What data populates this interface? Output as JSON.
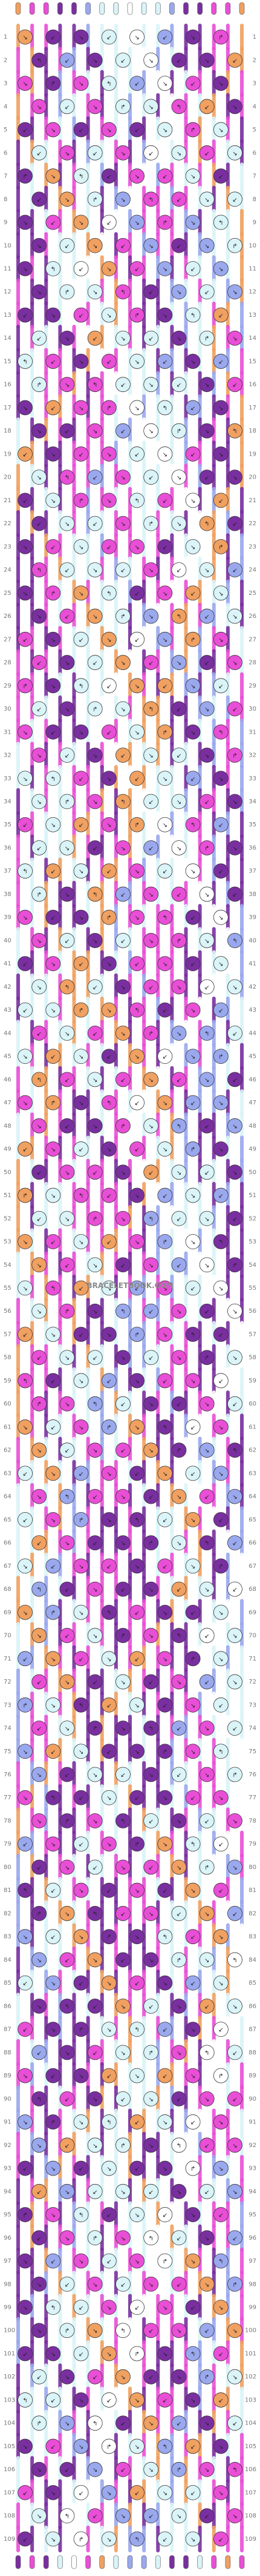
{
  "pattern": {
    "title": "",
    "rows": 109,
    "columns": 17,
    "watermark": "BRACELETBOOK.COM",
    "colors": {
      "orange": "#f0a060",
      "pink": "#e94ed6",
      "purple": "#7a2fa0",
      "periwinkle": "#9aa8ee",
      "pale_blue": "#daf4f8",
      "white": "#ffffff"
    },
    "string_colors": [
      "orange",
      "pink",
      "pink",
      "purple",
      "purple",
      "periwinkle",
      "pale_blue",
      "pale_blue",
      "white",
      "pale_blue",
      "pale_blue",
      "periwinkle",
      "purple",
      "purple",
      "pink",
      "pink",
      "orange"
    ],
    "knot_glyphs": {
      "forward": "↘",
      "backward": "↙",
      "forward_backward": "↱",
      "backward_forward": "↰"
    }
  }
}
